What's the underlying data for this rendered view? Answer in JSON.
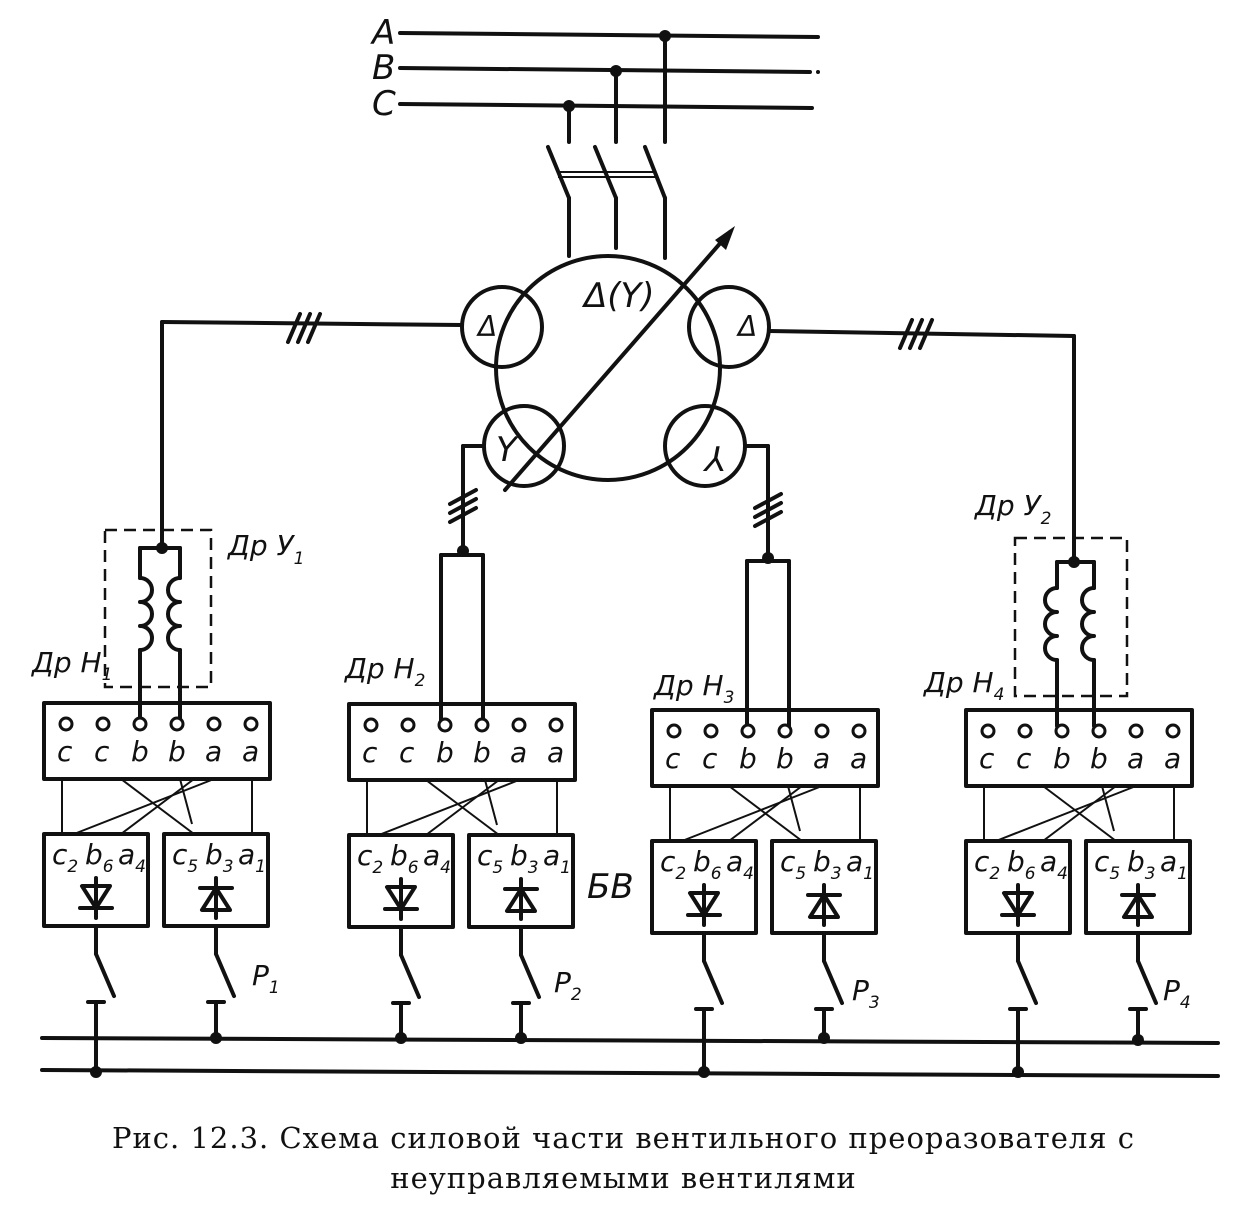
{
  "phases": [
    "A",
    "B",
    "C"
  ],
  "transformer": {
    "label": "Δ(Y)",
    "windings": [
      "Δ",
      "Δ",
      "Y",
      "⅄"
    ]
  },
  "reactors": [
    {
      "base": "Др У",
      "sub": "1"
    },
    {
      "base": "Др У",
      "sub": "2"
    }
  ],
  "units": [
    {
      "choke": {
        "base": "Др Н",
        "sub": "1"
      },
      "terminals": [
        "c",
        "c",
        "b",
        "b",
        "a",
        "a"
      ],
      "left_block": [
        {
          "base": "c",
          "sub": "2"
        },
        {
          "base": "b",
          "sub": "6"
        },
        {
          "base": "a",
          "sub": "4"
        }
      ],
      "right_block": [
        {
          "base": "c",
          "sub": "5"
        },
        {
          "base": "b",
          "sub": "3"
        },
        {
          "base": "a",
          "sub": "1"
        }
      ],
      "switch": {
        "base": "P",
        "sub": "1"
      }
    },
    {
      "choke": {
        "base": "Др Н",
        "sub": "2"
      },
      "terminals": [
        "c",
        "c",
        "b",
        "b",
        "a",
        "a"
      ],
      "left_block": [
        {
          "base": "c",
          "sub": "2"
        },
        {
          "base": "b",
          "sub": "6"
        },
        {
          "base": "a",
          "sub": "4"
        }
      ],
      "right_block": [
        {
          "base": "c",
          "sub": "5"
        },
        {
          "base": "b",
          "sub": "3"
        },
        {
          "base": "a",
          "sub": "1"
        }
      ],
      "switch": {
        "base": "P",
        "sub": "2"
      }
    },
    {
      "choke": {
        "base": "Др Н",
        "sub": "3"
      },
      "terminals": [
        "c",
        "c",
        "b",
        "b",
        "a",
        "a"
      ],
      "left_block": [
        {
          "base": "c",
          "sub": "2"
        },
        {
          "base": "b",
          "sub": "6"
        },
        {
          "base": "a",
          "sub": "4"
        }
      ],
      "right_block": [
        {
          "base": "c",
          "sub": "5"
        },
        {
          "base": "b",
          "sub": "3"
        },
        {
          "base": "a",
          "sub": "1"
        }
      ],
      "switch": {
        "base": "P",
        "sub": "3"
      }
    },
    {
      "choke": {
        "base": "Др Н",
        "sub": "4"
      },
      "terminals": [
        "c",
        "c",
        "b",
        "b",
        "a",
        "a"
      ],
      "left_block": [
        {
          "base": "c",
          "sub": "2"
        },
        {
          "base": "b",
          "sub": "6"
        },
        {
          "base": "a",
          "sub": "4"
        }
      ],
      "right_block": [
        {
          "base": "c",
          "sub": "5"
        },
        {
          "base": "b",
          "sub": "3"
        },
        {
          "base": "a",
          "sub": "1"
        }
      ],
      "switch": {
        "base": "P",
        "sub": "4"
      }
    }
  ],
  "rectifier_block_label": "БВ",
  "caption": "Рис. 12.3. Схема силовой части вентильного преоразователя с неуправляемыми вентилями"
}
